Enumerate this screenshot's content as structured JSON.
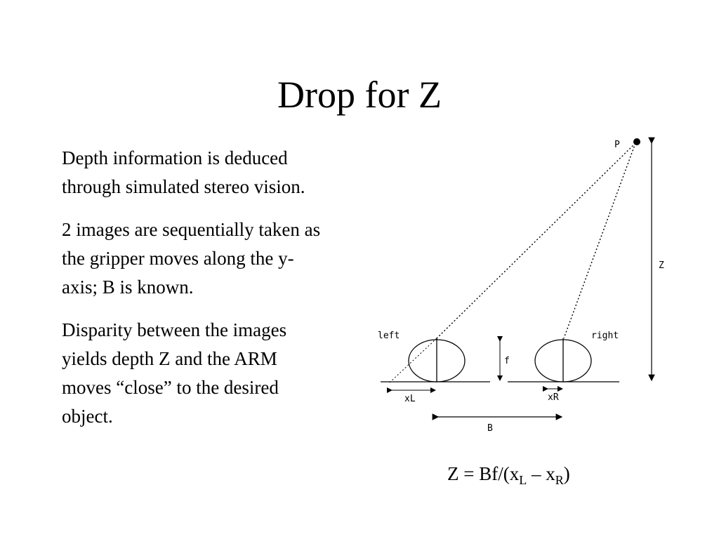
{
  "slide": {
    "title": "Drop for Z",
    "paragraphs": [
      "Depth information is deduced through simulated stereo vision.",
      "2 images are sequentially taken as the gripper moves along the y-axis; B is known.",
      "Disparity between the images yields depth Z and the ARM moves “close” to the desired object."
    ],
    "formula": {
      "prefix": "Z = Bf/(x",
      "sub1": "L",
      "middle": " – x",
      "sub2": "R",
      "suffix": ")"
    }
  },
  "diagram": {
    "point_label": "P",
    "depth_label": "Z",
    "left_label": "left",
    "right_label": "right",
    "focal_label": "f",
    "xl_label": "xL",
    "xr_label": "xR",
    "baseline_label": "B"
  }
}
